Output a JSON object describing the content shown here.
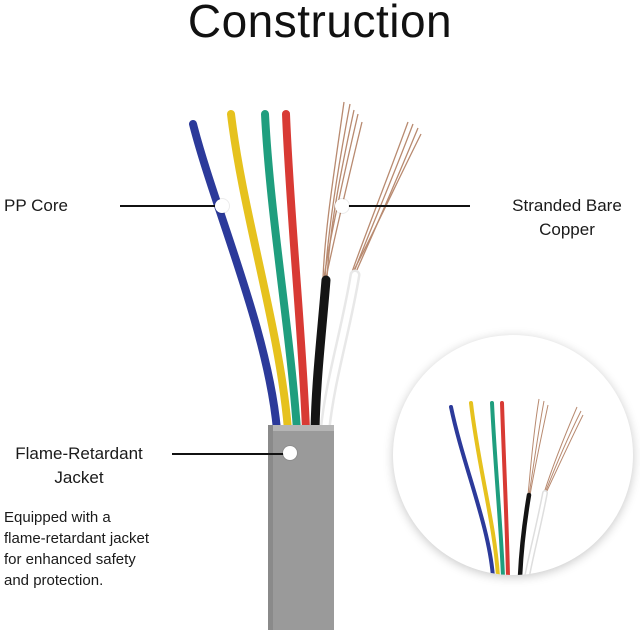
{
  "title": "Construction",
  "labels": {
    "pp_core": "PP Core",
    "stranded_line1": "Stranded Bare",
    "stranded_line2": "Copper",
    "jacket_line1": "Flame-Retardant",
    "jacket_line2": "Jacket"
  },
  "description": {
    "line1": "Equipped with a",
    "line2": "flame-retardant jacket",
    "line3": "for enhanced safety",
    "line4": "and protection."
  },
  "colors": {
    "blue_wire": "#2c3a9a",
    "yellow_wire": "#e6c21e",
    "green_wire": "#1f9e7e",
    "red_wire": "#d83a34",
    "black_wire": "#141414",
    "white_wire": "#f3f3f3",
    "copper": "#b88a70",
    "jacket": "#9a9a9a"
  }
}
